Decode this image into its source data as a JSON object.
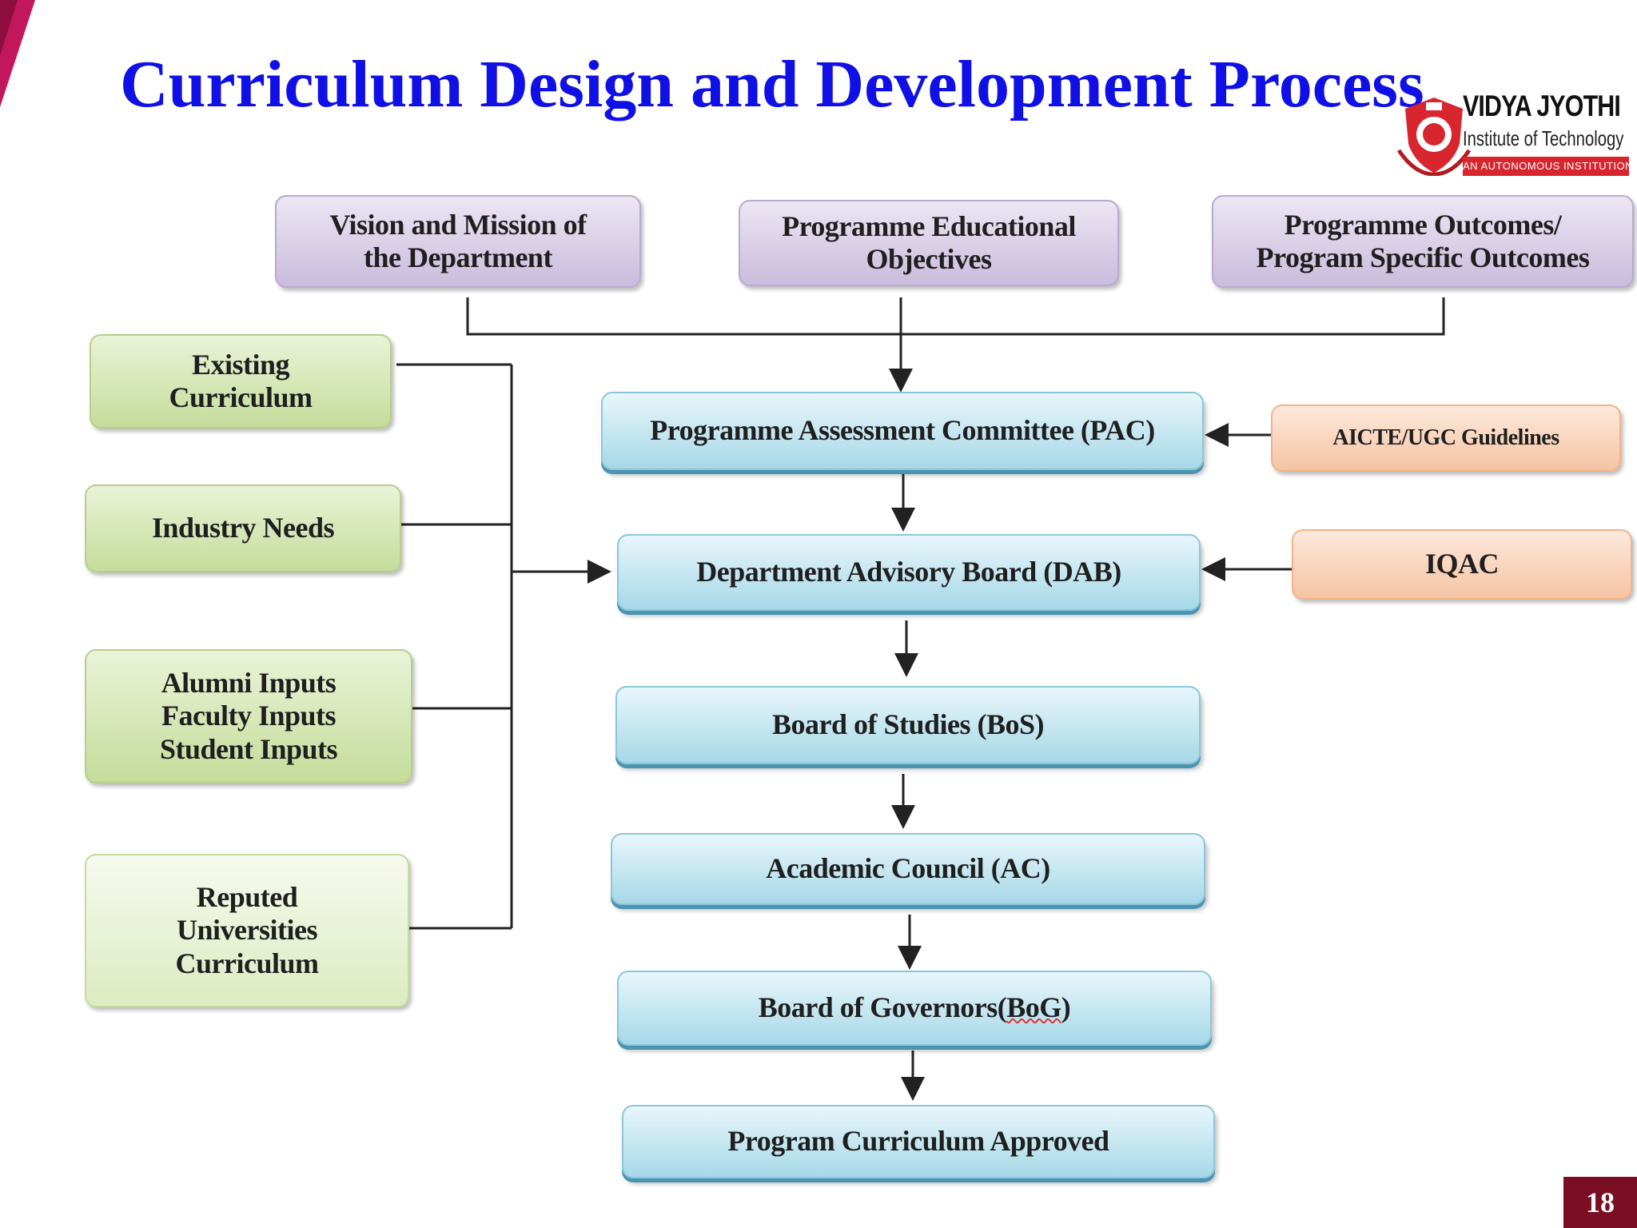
{
  "slide": {
    "title": "Curriculum Design and Development Process",
    "page_number": "18",
    "accent_color": "#c2185b",
    "title_color": "#1010e6"
  },
  "logo": {
    "name": "VIDYA JYOTHI",
    "subtitle": "Institute of Technology",
    "tagline": "AN AUTONOMOUS INSTITUTION"
  },
  "top_inputs": [
    {
      "lines": [
        "Vision and Mission of",
        "the Department"
      ]
    },
    {
      "lines": [
        "Programme Educational",
        "Objectives"
      ]
    },
    {
      "lines": [
        "Programme Outcomes/",
        "Program Specific Outcomes"
      ]
    }
  ],
  "left_inputs": [
    {
      "lines": [
        "Existing",
        "Curriculum"
      ]
    },
    {
      "lines": [
        "Industry Needs"
      ]
    },
    {
      "lines": [
        "Alumni Inputs",
        "Faculty Inputs",
        "Student Inputs"
      ]
    },
    {
      "lines": [
        "Reputed",
        "Universities",
        "Curriculum"
      ]
    }
  ],
  "right_inputs": [
    {
      "label": "AICTE/UGC Guidelines"
    },
    {
      "label": "IQAC"
    }
  ],
  "process_steps": [
    {
      "label": "Programme Assessment Committee (PAC)"
    },
    {
      "label": "Department Advisory Board (DAB)"
    },
    {
      "label": "Board of Studies (BoS)"
    },
    {
      "label": "Academic Council (AC)"
    },
    {
      "label_prefix": "Board of Governors(",
      "label_flagged": "BoG",
      "label_suffix": ")"
    },
    {
      "label": "Program Curriculum Approved"
    }
  ]
}
